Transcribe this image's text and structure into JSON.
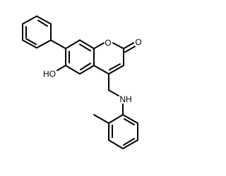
{
  "molecule": {
    "atom_labels": {
      "ring_oxygen": "O",
      "carbonyl_oxygen": "O",
      "hydroxyl": "HO",
      "amine": "NH"
    },
    "colors": {
      "bond": "#000000",
      "label": "#000000",
      "background": "#ffffff"
    }
  }
}
